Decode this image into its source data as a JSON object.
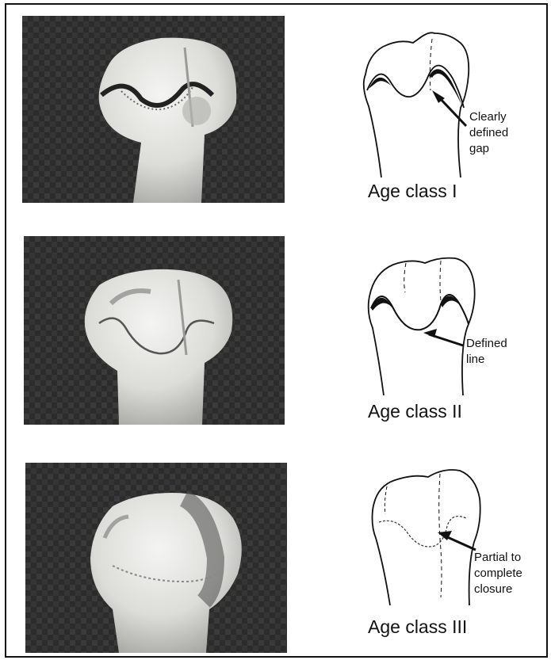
{
  "panels": [
    {
      "age_class": "Age class I",
      "annotation": [
        "Clearly",
        "defined",
        "gap"
      ]
    },
    {
      "age_class": "Age class II",
      "annotation": [
        "Defined",
        "line"
      ]
    },
    {
      "age_class": "Age class III",
      "annotation": [
        "Partial to",
        "complete",
        "closure"
      ]
    }
  ]
}
